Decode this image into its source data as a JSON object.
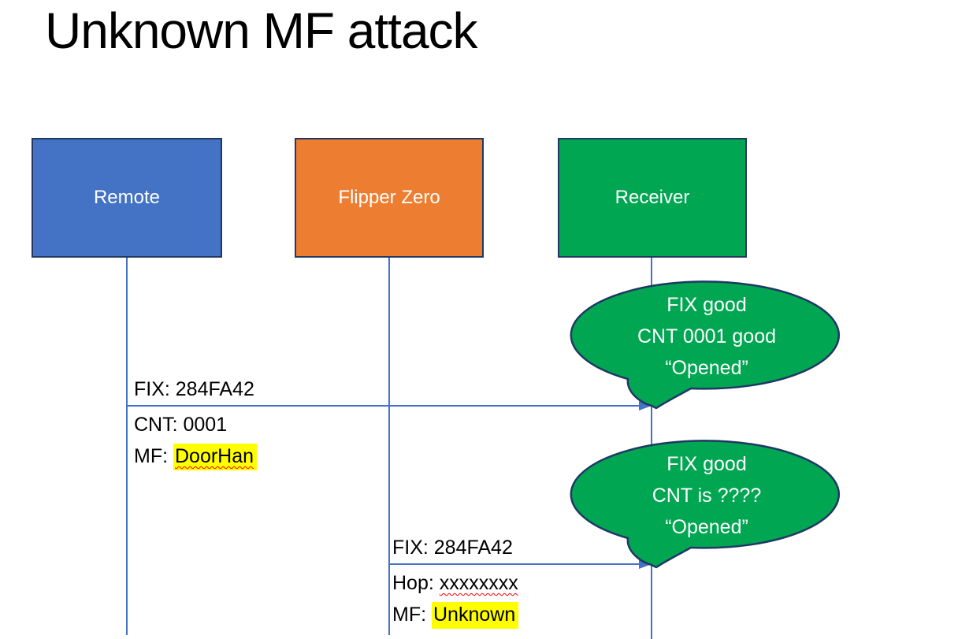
{
  "slide": {
    "title": "Unknown MF attack"
  },
  "actors": [
    {
      "label": "Remote",
      "fill": "#4472C4"
    },
    {
      "label": "Flipper Zero",
      "fill": "#ED7D31"
    },
    {
      "label": "Receiver",
      "fill": "#00A651"
    }
  ],
  "messages": [
    {
      "above": "FIX: 284FA42",
      "below_line1": "CNT: 0001",
      "below_line2_prefix": "MF: ",
      "below_line2_highlight": "DoorHan"
    },
    {
      "above": "FIX: 284FA42",
      "below_line1_prefix": "Hop: ",
      "below_line1_misspelled": "xxxxxxxx",
      "below_line2_prefix": "MF: ",
      "below_line2_highlight": "Unknown"
    }
  ],
  "callouts": [
    {
      "line1": "FIX good",
      "line2": "CNT 0001 good",
      "line3": "“Opened”"
    },
    {
      "line1": "FIX good",
      "line2": "CNT is ????",
      "line3": "“Opened”"
    }
  ],
  "colors": {
    "blue": "#4472C4",
    "orange": "#ED7D31",
    "green": "#00A651",
    "navy": "#1F3864",
    "line": "#4472C4",
    "highlight": "#FFFF00",
    "squiggle": "#FF0000",
    "boxtext": "#FFFFFF",
    "text": "#000000"
  }
}
